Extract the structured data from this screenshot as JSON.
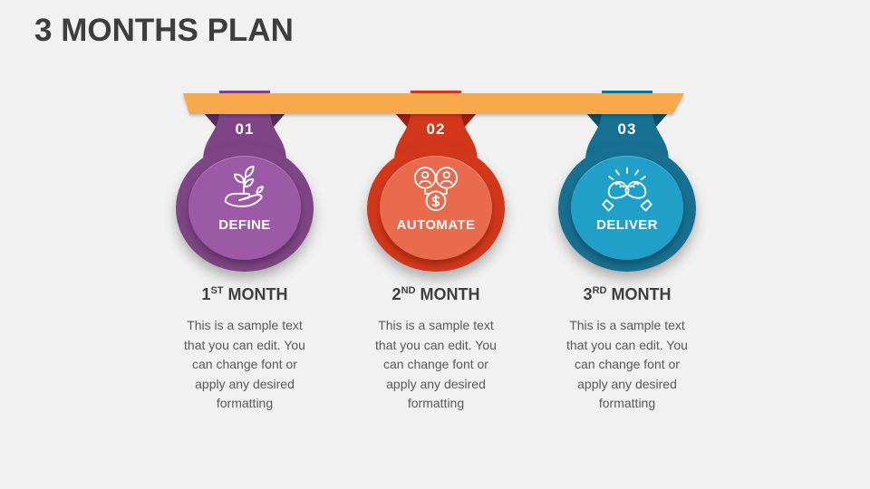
{
  "slide": {
    "title": "3 MONTHS PLAN",
    "colors": {
      "bg": "#F1F1F2",
      "bar": "#F8A94B",
      "title": "#3D3D3D",
      "heading": "#3F3F3F",
      "body": "#595959"
    }
  },
  "columns": [
    {
      "number": "01",
      "label": "DEFINE",
      "icon": "sprout-in-hand-icon",
      "month_number": "1",
      "month_suffix": "ST",
      "month_word": "MONTH",
      "colors": {
        "main": "#7E4484",
        "wing": "#582C5C",
        "inner": "#9C59A5"
      },
      "body_lines": [
        "This is a sample text",
        "that you can edit. You",
        "can change font or",
        "apply any desired",
        "formatting"
      ]
    },
    {
      "number": "02",
      "label": "AUTOMATE",
      "icon": "team-money-icon",
      "month_number": "2",
      "month_suffix": "ND",
      "month_word": "MONTH",
      "colors": {
        "main": "#D2371A",
        "wing": "#9C200C",
        "inner": "#E96A4D"
      },
      "body_lines": [
        "This is a sample text",
        "that you can edit. You",
        "can change font or",
        "apply any desired",
        "formatting"
      ]
    },
    {
      "number": "03",
      "label": "DELIVER",
      "icon": "fist-bump-icon",
      "month_number": "3",
      "month_suffix": "RD",
      "month_word": "MONTH",
      "colors": {
        "main": "#177091",
        "wing": "#0E4F66",
        "inner": "#209FC9"
      },
      "body_lines": [
        "This is a sample text",
        "that you can edit. You",
        "can change font or",
        "apply any desired",
        "formatting"
      ]
    }
  ]
}
